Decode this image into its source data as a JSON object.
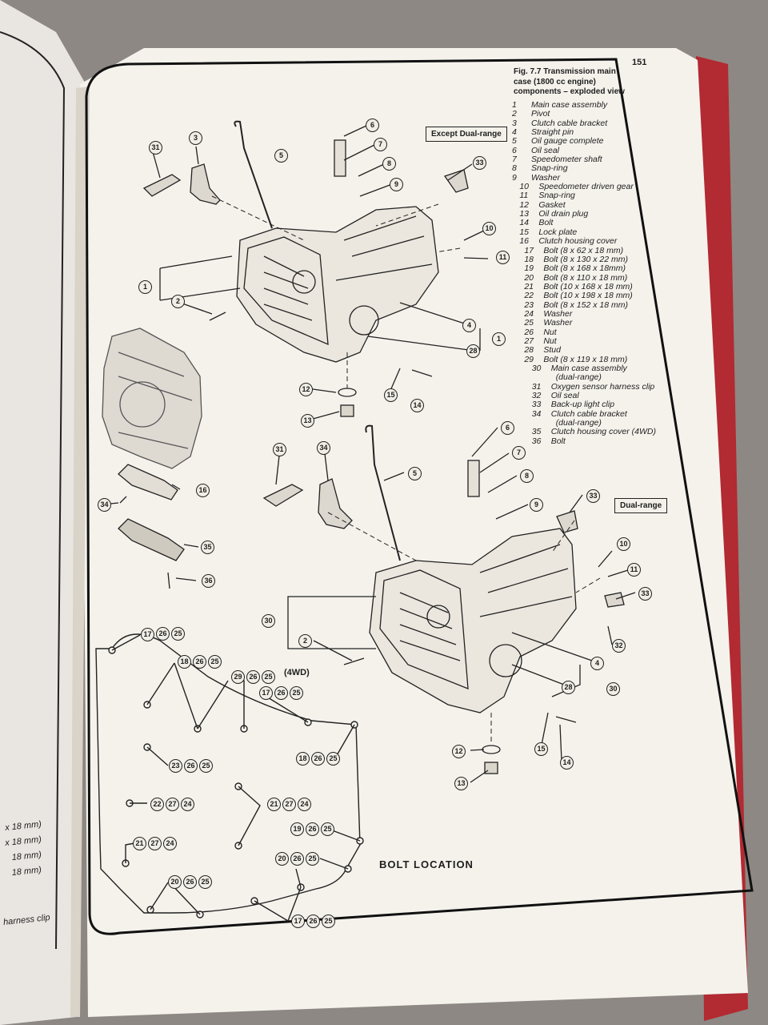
{
  "page": {
    "number": "151"
  },
  "figure": {
    "title_lines": [
      "Fig. 7.7 Transmission main",
      "case (1800 cc engine)",
      "components – exploded view"
    ]
  },
  "legend": [
    {
      "n": "1",
      "text": "Main case assembly"
    },
    {
      "n": "2",
      "text": "Pivot"
    },
    {
      "n": "3",
      "text": "Clutch cable bracket"
    },
    {
      "n": "4",
      "text": "Straight pin"
    },
    {
      "n": "5",
      "text": "Oil gauge complete"
    },
    {
      "n": "6",
      "text": "Oil seal"
    },
    {
      "n": "7",
      "text": "Speedometer shaft"
    },
    {
      "n": "8",
      "text": "Snap-ring"
    },
    {
      "n": "9",
      "text": "Washer"
    },
    {
      "n": "10",
      "text": "Speedometer driven gear"
    },
    {
      "n": "11",
      "text": "Snap-ring"
    },
    {
      "n": "12",
      "text": "Gasket"
    },
    {
      "n": "13",
      "text": "Oil drain plug"
    },
    {
      "n": "14",
      "text": "Bolt"
    },
    {
      "n": "15",
      "text": "Lock plate"
    },
    {
      "n": "16",
      "text": "Clutch housing cover"
    },
    {
      "n": "17",
      "text": "Bolt (8 x 62 x 18 mm)"
    },
    {
      "n": "18",
      "text": "Bolt (8 x 130 x 22 mm)"
    },
    {
      "n": "19",
      "text": "Bolt (8 x 168 x 18mm)"
    },
    {
      "n": "20",
      "text": "Bolt (8 x 110 x 18 mm)"
    },
    {
      "n": "21",
      "text": "Bolt (10 x 168 x 18 mm)"
    },
    {
      "n": "22",
      "text": "Bolt (10 x 198 x 18 mm)"
    },
    {
      "n": "23",
      "text": "Bolt (8 x 152 x 18 mm)"
    },
    {
      "n": "24",
      "text": "Washer"
    },
    {
      "n": "25",
      "text": "Washer"
    },
    {
      "n": "26",
      "text": "Nut"
    },
    {
      "n": "27",
      "text": "Nut"
    },
    {
      "n": "28",
      "text": "Stud"
    },
    {
      "n": "29",
      "text": "Bolt (8 x 119 x 18 mm)"
    },
    {
      "n": "30",
      "text": "Main case assembly",
      "cont": "(dual-range)"
    },
    {
      "n": "31",
      "text": "Oxygen sensor harness clip"
    },
    {
      "n": "32",
      "text": "Oil seal"
    },
    {
      "n": "33",
      "text": "Back-up light clip"
    },
    {
      "n": "34",
      "text": "Clutch cable bracket",
      "cont": "(dual-range)"
    },
    {
      "n": "35",
      "text": "Clutch housing cover (4WD)"
    },
    {
      "n": "36",
      "text": "Bolt"
    }
  ],
  "tags": {
    "except_dual": "Except Dual-range",
    "dual": "Dual-range"
  },
  "bolt_location": {
    "title": "BOLT LOCATION",
    "wd_label": "(4WD)"
  },
  "left_page": {
    "lines": [
      "x 18 mm)",
      "x 18 mm)",
      "18 mm)",
      "18 mm)"
    ],
    "harness": "harness clip"
  },
  "callouts": [
    "31",
    "3",
    "5",
    "6",
    "7",
    "8",
    "9",
    "33",
    "10",
    "11",
    "1",
    "2",
    "4",
    "28",
    "1",
    "12",
    "13",
    "15",
    "14",
    "31",
    "34",
    "5",
    "6",
    "7",
    "8",
    "9",
    "33",
    "16",
    "34",
    "35",
    "36",
    "10",
    "11",
    "33",
    "32",
    "4",
    "30",
    "2",
    "28",
    "30",
    "12",
    "13",
    "15",
    "14",
    "17",
    "26",
    "25",
    "18",
    "26",
    "25",
    "29",
    "26",
    "25",
    "17",
    "26",
    "25",
    "18",
    "26",
    "25",
    "23",
    "26",
    "25",
    "22",
    "27",
    "24",
    "21",
    "27",
    "24",
    "19",
    "26",
    "25",
    "21",
    "27",
    "24",
    "20",
    "26",
    "25",
    "20",
    "26",
    "25",
    "17",
    "26",
    "25"
  ]
}
